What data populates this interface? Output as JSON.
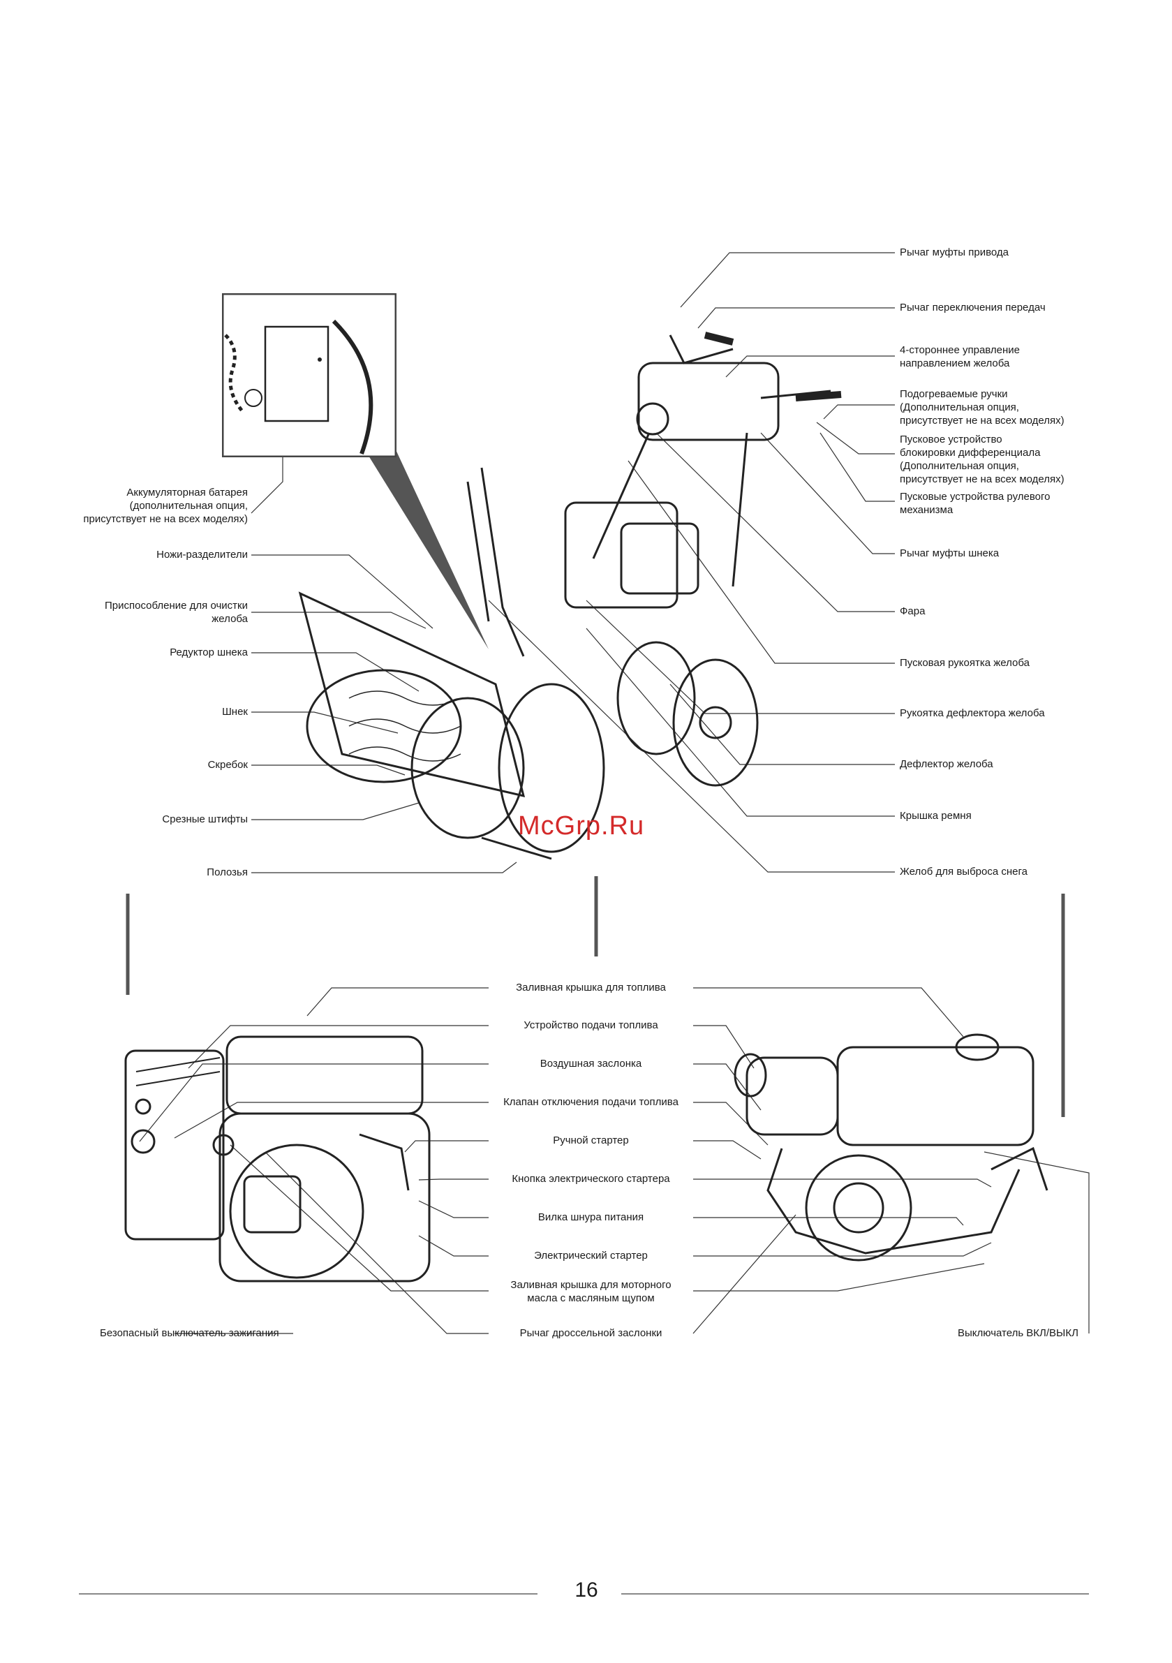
{
  "snowblower_labels_right": [
    "Рычаг муфты привода",
    "Рычаг переключения передач",
    "4-стороннее управление\nнаправлением желоба",
    "Подогреваемые ручки\n(Дополнительная опция,\nприсутствует не на всех моделях)",
    "Пусковое устройство\nблокировки дифференциала\n(Дополнительная опция,\nприсутствует не на всех моделях)",
    "Пусковые устройства рулевого\nмеханизма",
    "Рычаг муфты шнека",
    "Фара",
    "Пусковая рукоятка желоба",
    "Рукоятка дефлектора желоба",
    "Дефлектор желоба",
    "Крышка ремня",
    "Желоб для выброса снега"
  ],
  "snowblower_labels_left": [
    "Аккумуляторная батарея\n(дополнительная опция,\nприсутствует не на всех моделях)",
    "Ножи-разделители",
    "Приспособление для очистки\nжелоба",
    "Редуктор шнека",
    "Шнек",
    "Скребок",
    "Срезные штифты",
    "Полозья"
  ],
  "engine_labels_center": [
    "Заливная крышка для топлива",
    "Устройство подачи топлива",
    "Воздушная заслонка",
    "Клапан отключения подачи топлива",
    "Ручной стартер",
    "Кнопка электрического стартера",
    "Вилка шнура питания",
    "Электрический стартер",
    "Заливная крышка для моторного\nмасла с масляным щупом",
    "Рычаг дроссельной заслонки"
  ],
  "engine_label_left": "Безопасный выключатель зажигания",
  "engine_label_right": "Выключатель ВКЛ/ВЫКЛ",
  "watermark": "McGrp.Ru",
  "page_number": "16",
  "icons": [
    "snowblower-illustration",
    "engine-left-illustration",
    "engine-right-illustration",
    "battery-inset"
  ]
}
